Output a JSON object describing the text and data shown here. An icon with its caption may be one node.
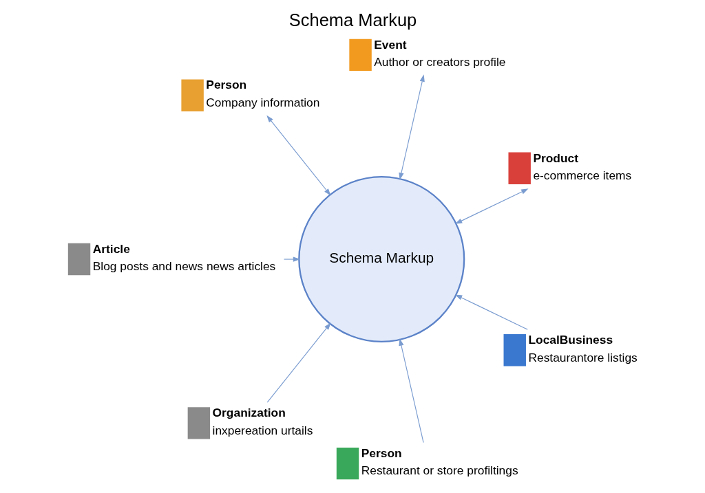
{
  "diagram": {
    "title": "Schema Markup",
    "nodes": [
      {
        "text": [
          "Article",
          "Blog posts and news news articles"
        ]
      },
      {
        "text": [
          "Product",
          "e-commerce items"
        ]
      },
      {
        "text": [
          "Event",
          "Author or creators profile"
        ]
      },
      {
        "text": [
          "Organization",
          "inxpereation urtails"
        ]
      },
      {
        "text": [
          "Schema Markup"
        ]
      },
      {
        "text": [
          "Person",
          "Restaurant or store profiltings"
        ]
      },
      {
        "text": [
          "Person",
          "Company information"
        ]
      },
      {
        "text": [
          "LocalBusiness",
          "Restaurantore listigs"
        ]
      }
    ],
    "edges": [
      {
        "from": 0,
        "to": 4,
        "arrow": "to"
      },
      {
        "from": 4,
        "to": 1,
        "arrow": "both"
      },
      {
        "from": 4,
        "to": 2,
        "arrow": "both"
      },
      {
        "from": 5,
        "to": 4,
        "arrow": "to"
      },
      {
        "from": 7,
        "to": 4,
        "arrow": "to"
      },
      {
        "from": 4,
        "to": 6,
        "arrow": "both"
      },
      {
        "from": 3,
        "to": 4,
        "arrow": "to"
      }
    ]
  }
}
